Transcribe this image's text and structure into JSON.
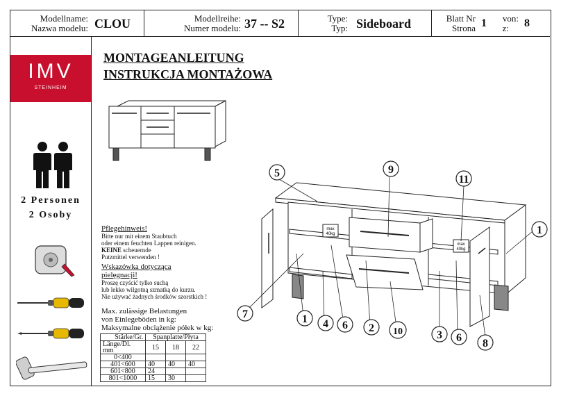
{
  "header": {
    "model_label_de": "Modellname:",
    "model_label_pl": "Nazwa modelu:",
    "model_name": "CLOU",
    "series_label_de": "Modellreihe:",
    "series_label_pl": "Numer modelu:",
    "series_value": "37 -- S2",
    "type_label_de": "Type:",
    "type_label_pl": "Typ:",
    "type_value": "Sideboard",
    "sheet_label_de": "Blatt Nr",
    "sheet_label_pl": "Strona",
    "sheet_number": "1",
    "of_label_de": "von:",
    "of_label_pl": "z:",
    "total_sheets": "8"
  },
  "brand": {
    "logo_text": "IMV",
    "logo_subtext": "STEINHEIM",
    "color": "#c8102e"
  },
  "persons": {
    "de": "2 Personen",
    "pl": "2 Osoby"
  },
  "tools": [
    "tape-measure-icon",
    "flat-screwdriver-icon",
    "phillips-screwdriver-icon",
    "rubber-mallet-icon"
  ],
  "title": {
    "de": "MONTAGEANLEITUNG",
    "pl": "INSTRUKCJA MONTAŻOWA"
  },
  "care_de": {
    "heading": "Pflegehinweis!",
    "line1": "Bitte nur mit einem Staubtuch",
    "line2": "oder einem feuchten Lappen reinigen.",
    "line3_bold": "KEINE",
    "line3_rest": " scheuernde",
    "line4": "Putzmittel verwenden !"
  },
  "care_pl": {
    "heading1": "Wskazówka dotycząca",
    "heading2": "pielęgnacji!",
    "line1": "Proszę czyścić tylko suchą",
    "line2": "lub lekko wilgotną szmatką do kurzu.",
    "line3": "Nie używać żadnych środków szorstkich !"
  },
  "load": {
    "de1": "Max. zulässige Belastungen",
    "de2": "von Einlegeböden in kg:",
    "pl": "Maksymalne obciążenie półek w kg:",
    "hdr_thickness": "Stärke/Gr.",
    "hdr_material": "Spanplatte/Płyta",
    "hdr_length": "Länge/Dl.",
    "hdr_unit": "mm",
    "thicknesses": [
      "15",
      "18",
      "22"
    ],
    "rows": [
      {
        "range": "0<400",
        "v": [
          "",
          "",
          ""
        ]
      },
      {
        "range": "401<600",
        "v": [
          "40",
          "40",
          "40"
        ]
      },
      {
        "range": "601<800",
        "v": [
          "24",
          "",
          ""
        ]
      },
      {
        "range": "801<1000",
        "v": [
          "15",
          "30",
          ""
        ]
      }
    ]
  },
  "diagram": {
    "max_load": "max",
    "max_load_value": "40kg",
    "callouts": [
      "1",
      "2",
      "3",
      "4",
      "5",
      "6",
      "6",
      "7",
      "8",
      "9",
      "10",
      "11",
      "1"
    ]
  }
}
